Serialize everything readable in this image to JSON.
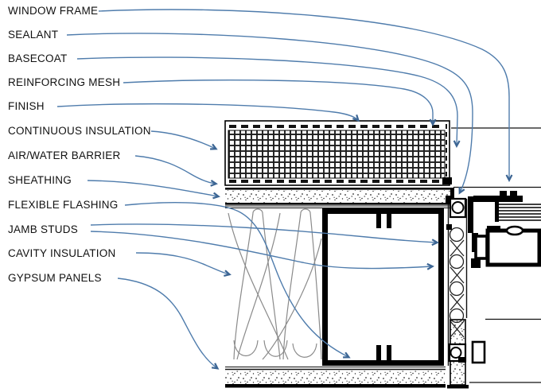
{
  "labels": [
    {
      "id": "window-frame",
      "text": "WINDOW FRAME"
    },
    {
      "id": "sealant",
      "text": "SEALANT"
    },
    {
      "id": "basecoat",
      "text": "BASECOAT"
    },
    {
      "id": "reinforcing-mesh",
      "text": "REINFORCING MESH"
    },
    {
      "id": "finish",
      "text": "FINISH"
    },
    {
      "id": "continuous-insulation",
      "text": "CONTINUOUS INSULATION"
    },
    {
      "id": "air-water-barrier",
      "text": "AIR/WATER BARRIER"
    },
    {
      "id": "sheathing",
      "text": "SHEATHING"
    },
    {
      "id": "flexible-flashing",
      "text": "FLEXIBLE FLASHING"
    },
    {
      "id": "jamb-studs",
      "text": "JAMB STUDS"
    },
    {
      "id": "cavity-insulation",
      "text": "CAVITY INSULATION"
    },
    {
      "id": "gypsum-panels",
      "text": "GYPSUM PANELS"
    }
  ],
  "colors": {
    "leader_line": "#4f7cac",
    "arrowhead": "#3c6593",
    "linework": "#000000",
    "batt_insulation": "#8a8a8a",
    "label_text": "#111111",
    "background": "#ffffff"
  }
}
